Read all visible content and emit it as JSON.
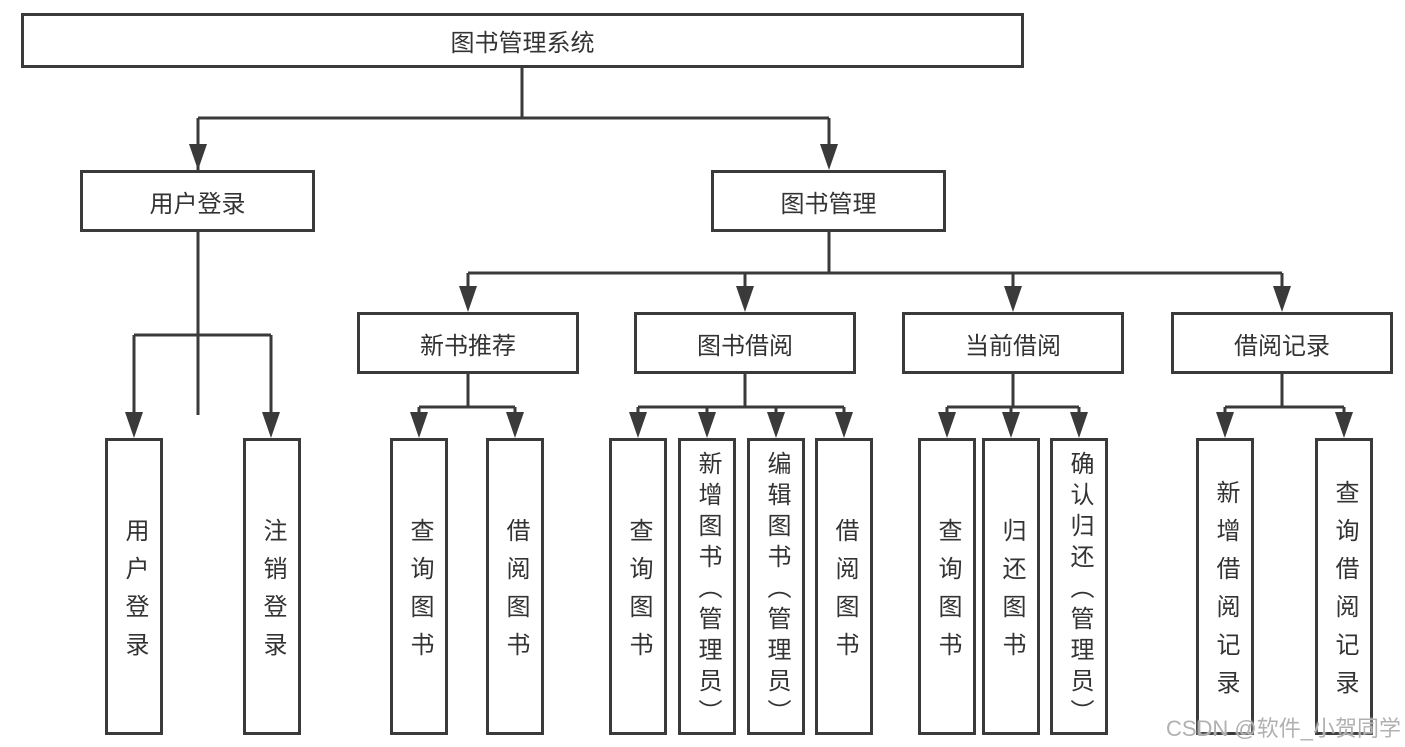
{
  "diagram_title": "图书管理系统",
  "colors": {
    "line": "#3a3a3a",
    "box_border": "#3a3a3a",
    "text": "#333333",
    "background": "#ffffff",
    "watermark": "#b1b1b1"
  },
  "tree": {
    "label": "图书管理系统",
    "children": [
      {
        "label": "用户登录",
        "children": [
          {
            "label": "用户登录"
          },
          {
            "label": "注销登录"
          }
        ]
      },
      {
        "label": "图书管理",
        "children": [
          {
            "label": "新书推荐",
            "children": [
              {
                "label": "查询图书"
              },
              {
                "label": "借阅图书"
              }
            ]
          },
          {
            "label": "图书借阅",
            "children": [
              {
                "label": "查询图书"
              },
              {
                "label": "新增图书（管理员）"
              },
              {
                "label": "编辑图书（管理员）"
              },
              {
                "label": "借阅图书"
              }
            ]
          },
          {
            "label": "当前借阅",
            "children": [
              {
                "label": "查询图书"
              },
              {
                "label": "归还图书"
              },
              {
                "label": "确认归还（管理员）"
              }
            ]
          },
          {
            "label": "借阅记录",
            "children": [
              {
                "label": "新增借阅记录"
              },
              {
                "label": "查询借阅记录"
              }
            ]
          }
        ]
      }
    ]
  },
  "watermark": "CSDN @软件_小贺同学"
}
